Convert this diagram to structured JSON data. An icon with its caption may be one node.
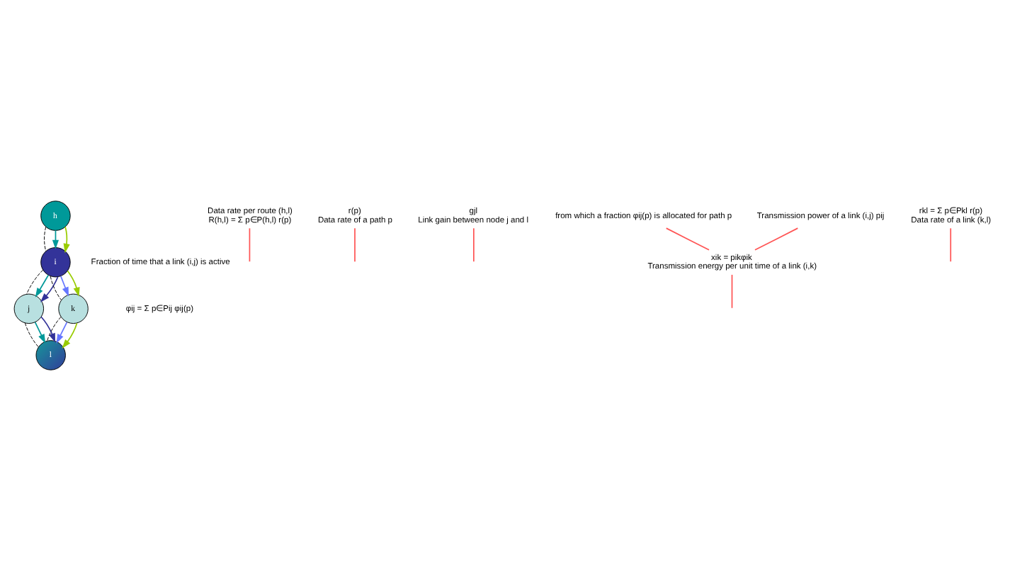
{
  "diagram": {
    "nodes": [
      {
        "text": [
          "h"
        ]
      },
      {
        "text": [
          "j"
        ]
      },
      {
        "text": [
          "i"
        ]
      },
      {
        "text": [
          "l"
        ]
      },
      {
        "text": [
          "k"
        ]
      },
      {
        "text": [
          "Data rate per route (h,l)",
          "R(h,l) = Σ p∈P(h,l) r(p)"
        ]
      },
      {
        "text": [
          "r(p)",
          "Data rate of a path p"
        ]
      },
      {
        "text": [
          "gjl",
          "Link gain between node j and l"
        ]
      },
      {
        "text": [
          "from which a fraction φij(p) is allocated for path p"
        ]
      },
      {
        "text": [
          "Transmission power of a link (i,j) pij"
        ]
      },
      {
        "text": [
          "xik = pikφik",
          "Transmission energy per unit time of a link (i,k)"
        ]
      },
      {
        "text": [
          "rkl = Σ p∈Pkl r(p)",
          "Data rate of a link (k,l)"
        ]
      }
    ],
    "edges": [
      {
        "from": 0,
        "to": 2,
        "arrow": "none",
        "style": "dashed",
        "color": "#000000"
      },
      {
        "from": 2,
        "to": 1,
        "arrow": "none",
        "style": "dashed",
        "color": "#000000"
      },
      {
        "from": 1,
        "to": 3,
        "arrow": "none",
        "style": "dashed",
        "color": "#000000"
      },
      {
        "from": 2,
        "to": 4,
        "arrow": "none",
        "style": "dashed",
        "color": "#000000"
      },
      {
        "from": 4,
        "to": 3,
        "arrow": "none",
        "style": "dashed",
        "color": "#000000"
      },
      {
        "from": 0,
        "to": 2,
        "arrow": "to",
        "color": "#009999"
      },
      {
        "from": 0,
        "to": 2,
        "arrow": "to",
        "color": "#99cc00"
      },
      {
        "from": 2,
        "to": 1,
        "arrow": "to",
        "color": "#009999"
      },
      {
        "from": 2,
        "to": 1,
        "arrow": "to",
        "color": "#333399"
      },
      {
        "from": 1,
        "to": 3,
        "arrow": "to",
        "color": "#009999"
      },
      {
        "from": 1,
        "to": 3,
        "arrow": "to",
        "color": "#333399"
      },
      {
        "from": 2,
        "to": 4,
        "arrow": "to",
        "color": "#6677ff"
      },
      {
        "from": 2,
        "to": 4,
        "arrow": "to",
        "color": "#99cc00"
      },
      {
        "from": 4,
        "to": 3,
        "arrow": "to",
        "color": "#6677ff"
      },
      {
        "from": 4,
        "to": 3,
        "arrow": "to",
        "color": "#99cc00"
      },
      {
        "from": 5,
        "to": null,
        "arrow": "none",
        "color": "#ff5555"
      },
      {
        "from": 6,
        "to": null,
        "arrow": "none",
        "color": "#ff5555"
      },
      {
        "from": 7,
        "to": null,
        "arrow": "none",
        "color": "#ff5555"
      },
      {
        "from": 8,
        "to": 10,
        "arrow": "none",
        "color": "#ff5555"
      },
      {
        "from": 9,
        "to": 10,
        "arrow": "none",
        "color": "#ff5555"
      },
      {
        "from": 10,
        "to": null,
        "arrow": "none",
        "color": "#ff5555"
      },
      {
        "from": 11,
        "to": null,
        "arrow": "none",
        "color": "#ff5555"
      }
    ],
    "labels": [
      "Fraction of time that a link (i,j) is active",
      "φij = Σ p∈Pij φij(p)"
    ]
  }
}
